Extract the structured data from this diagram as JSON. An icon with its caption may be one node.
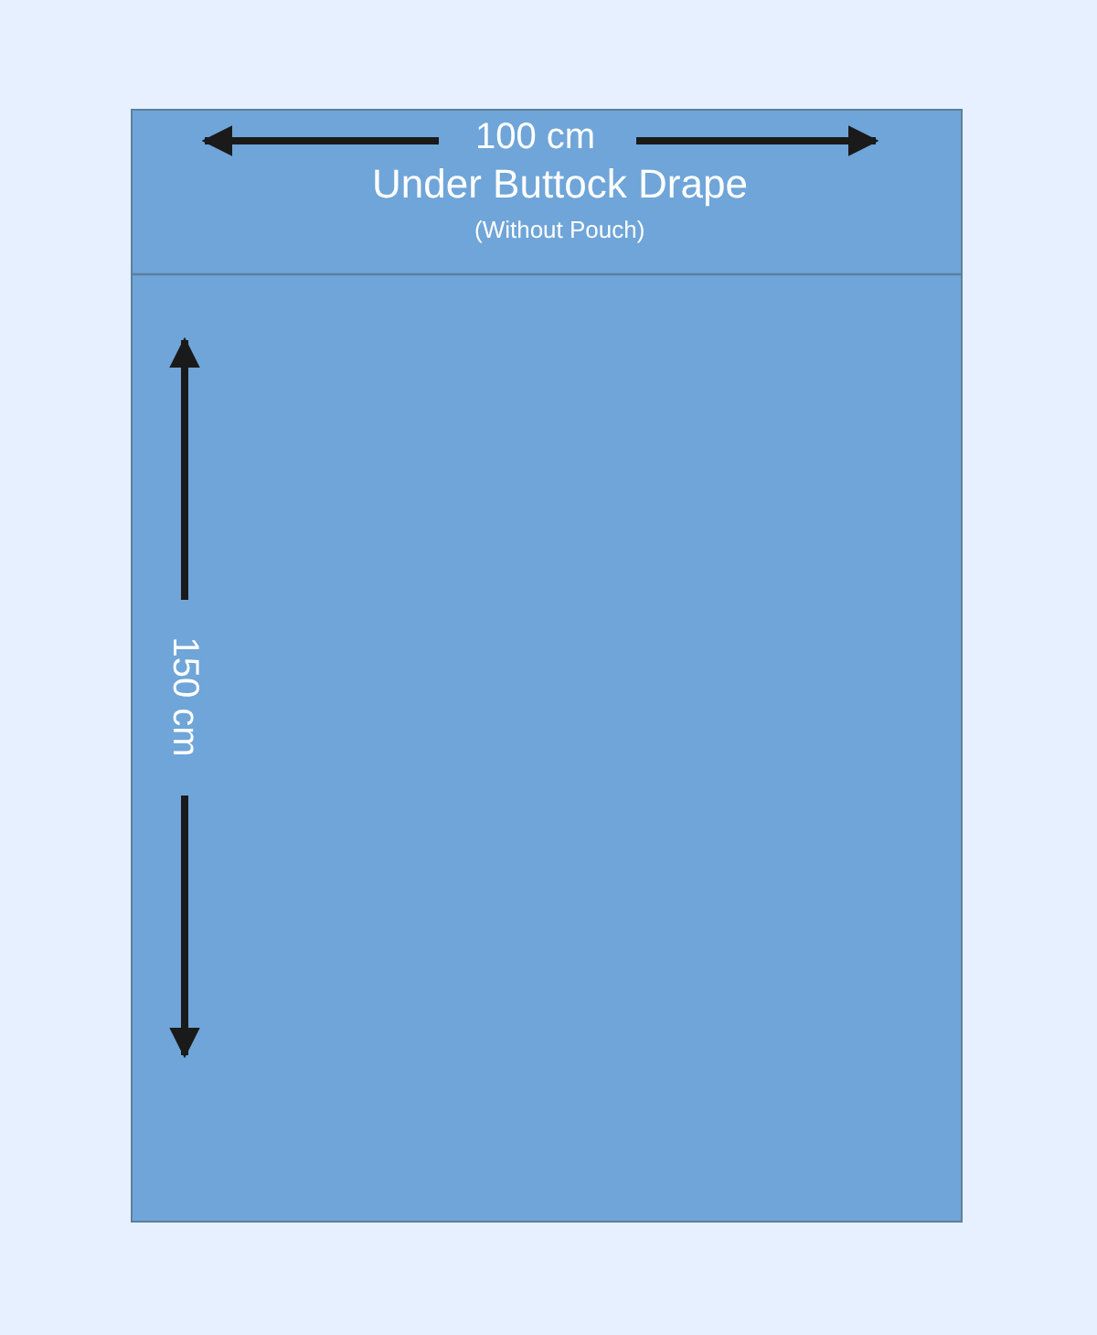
{
  "diagram": {
    "labels": [
      "100 cm",
      "Under Buttock Drape",
      "(Without Pouch)",
      "150 cm"
    ]
  }
}
